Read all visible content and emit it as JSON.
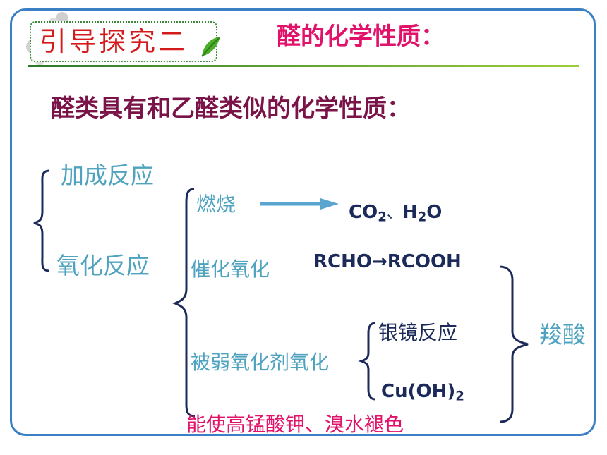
{
  "tag": {
    "label": "引导探究二"
  },
  "title": "醛的化学性质：",
  "subtitle": "醛类具有和乙醛类似的化学性质：",
  "reactions": {
    "addition": "加成反应",
    "oxidation": "氧化反应",
    "burning": "燃烧",
    "burning_products": {
      "co2": "CO",
      "co2_sub": "2",
      "sep": "、",
      "h2o_h": "H",
      "h2o_sub": "2",
      "h2o_o": "O"
    },
    "catalytic": "催化氧化",
    "catalytic_formula": "RCHO→RCOOH",
    "weak_oxidant": "被弱氧化剂氧化",
    "silver_mirror": "银镜反应",
    "cuoh2": {
      "main": "Cu(OH)",
      "sub": "2"
    },
    "carboxylic_acid": "羧酸",
    "kmno4": "能使高锰酸钾、溴水褪色"
  },
  "colors": {
    "frame": "#3b7fc4",
    "title": "#e0126a",
    "subtitle": "#7a1448",
    "branch": "#4fa3bf",
    "formula": "#1c2a5a",
    "tag_text": "#d41a1a"
  },
  "icons": [
    "leaf-icon",
    "decorative-circles"
  ]
}
